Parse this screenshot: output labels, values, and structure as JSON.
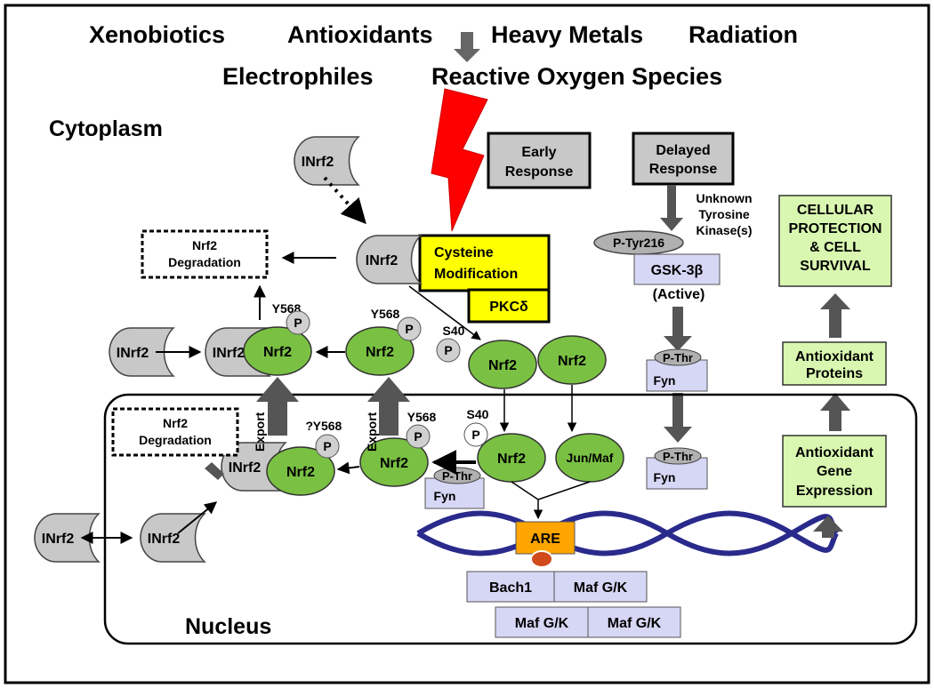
{
  "stimuli": {
    "xenobiotics": "Xenobiotics",
    "antioxidants": "Antioxidants",
    "heavy_metals": "Heavy Metals",
    "radiation": "Radiation",
    "electrophiles": "Electrophiles",
    "ros": "Reactive Oxygen Species"
  },
  "compartments": {
    "cytoplasm": "Cytoplasm",
    "nucleus": "Nucleus"
  },
  "responses": {
    "early_1": "Early",
    "early_2": "Response",
    "delayed_1": "Delayed",
    "delayed_2": "Response"
  },
  "kinase": {
    "line1": "Unknown",
    "line2": "Tyrosine",
    "line3": "Kinase(s)"
  },
  "proteins": {
    "inrf2": "INrf2",
    "nrf2": "Nrf2",
    "jun_maf": "Jun/Maf",
    "p_tyr216": "P-Tyr216",
    "gsk3b": "GSK-3β",
    "active": "(Active)",
    "p_thr": "P-Thr",
    "fyn": "Fyn",
    "bach1": "Bach1",
    "maf_gk": "Maf G/K",
    "are": "ARE"
  },
  "modification": {
    "line1": "Cysteine",
    "line2": "Modification",
    "pkc": "PKCδ"
  },
  "degradation": {
    "line1": "Nrf2",
    "line2": "Degradation"
  },
  "phospho": {
    "y568": "Y568",
    "s40": "S40",
    "p": "P",
    "question": "?"
  },
  "export": "Export",
  "outcomes": {
    "protection_1": "CELLULAR",
    "protection_2": "PROTECTION",
    "protection_3": "& CELL",
    "protection_4": "SURVIVAL",
    "proteins_1": "Antioxidant",
    "proteins_2": "Proteins",
    "gene_1": "Antioxidant",
    "gene_2": "Gene",
    "gene_3": "Expression"
  },
  "colors": {
    "nrf2_green": "#7ac143",
    "inrf2_gray": "#c8c8c8",
    "yellow": "#ffff00",
    "lavender": "#d6d6f5",
    "light_green": "#d9f7b0",
    "dna_blue": "#2a2a8c",
    "are_orange": "#ffa500",
    "bolt_red": "#ff0000",
    "arrow_gray": "#555555"
  }
}
